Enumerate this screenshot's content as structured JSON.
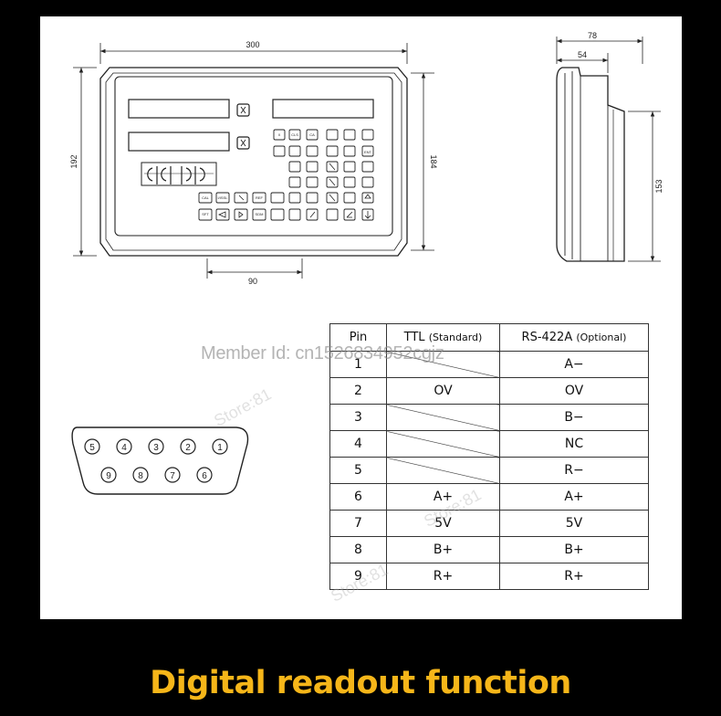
{
  "dimensions": {
    "width_300": "300",
    "width_90": "90",
    "height_192": "192",
    "height_184": "184",
    "depth_78": "78",
    "depth_54": "54",
    "height_153": "153"
  },
  "keypad": {
    "x_axis": "X",
    "cls": "CLS",
    "ca": "CA",
    "cal": "CAL",
    "mm_inch": "I/ISSL",
    "ref": "REF",
    "sft": "SFT",
    "sdm": "SDM",
    "ent": "ENT"
  },
  "pin_table": {
    "headers": {
      "pin": "Pin",
      "ttl_name": "TTL",
      "ttl_note": "(Standard)",
      "rs_name": "RS-422A",
      "rs_note": "(Optional)"
    },
    "rows": [
      {
        "pin": "1",
        "ttl": "",
        "rs": "A−"
      },
      {
        "pin": "2",
        "ttl": "OV",
        "rs": "OV"
      },
      {
        "pin": "3",
        "ttl": "",
        "rs": "B−"
      },
      {
        "pin": "4",
        "ttl": "",
        "rs": "NC"
      },
      {
        "pin": "5",
        "ttl": "",
        "rs": "R−"
      },
      {
        "pin": "6",
        "ttl": "A+",
        "rs": "A+"
      },
      {
        "pin": "7",
        "ttl": "5V",
        "rs": "5V"
      },
      {
        "pin": "8",
        "ttl": "B+",
        "rs": "B+"
      },
      {
        "pin": "9",
        "ttl": "R+",
        "rs": "R+"
      }
    ]
  },
  "connector": {
    "top_pins": [
      "5",
      "4",
      "3",
      "2",
      "1"
    ],
    "bottom_pins": [
      "9",
      "8",
      "7",
      "6"
    ]
  },
  "watermarks": {
    "member_id": "Member Id: cn1526834952cgjz",
    "store_1": "Store:81",
    "store_2": "Store:81",
    "store_3": "Store:81"
  },
  "caption": "Digital readout function"
}
